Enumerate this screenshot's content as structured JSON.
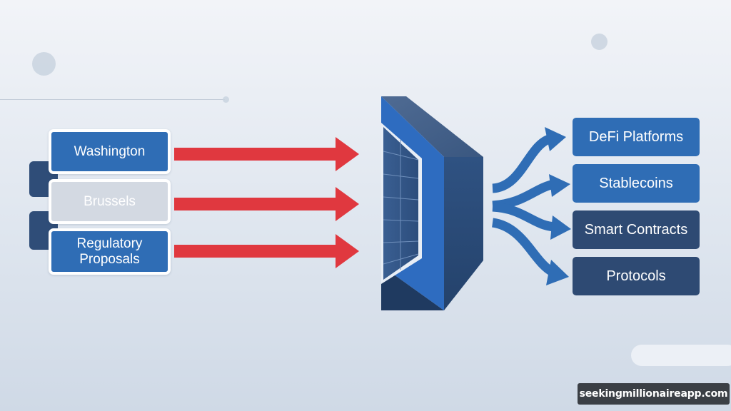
{
  "inputs": [
    {
      "label": "Washington",
      "style": "blue"
    },
    {
      "label": "Brussels",
      "style": "grey"
    },
    {
      "label": "Regulatory Proposals",
      "style": "blue"
    }
  ],
  "outputs": [
    {
      "label": "DeFi Platforms",
      "style": "blue"
    },
    {
      "label": "Stablecoins",
      "style": "blue"
    },
    {
      "label": "Smart Contracts",
      "style": "navy"
    },
    {
      "label": "Protocols",
      "style": "navy"
    }
  ],
  "watermark": "seekingmillionaireapp.com",
  "colors": {
    "arrow_red": "#e0383f",
    "flow_blue": "#2f6db5",
    "box_blue": "#2f6db5",
    "box_navy": "#2e4a73",
    "filter_face": "#2c4a75",
    "filter_top": "#45618a",
    "filter_grid": "#22406a"
  }
}
